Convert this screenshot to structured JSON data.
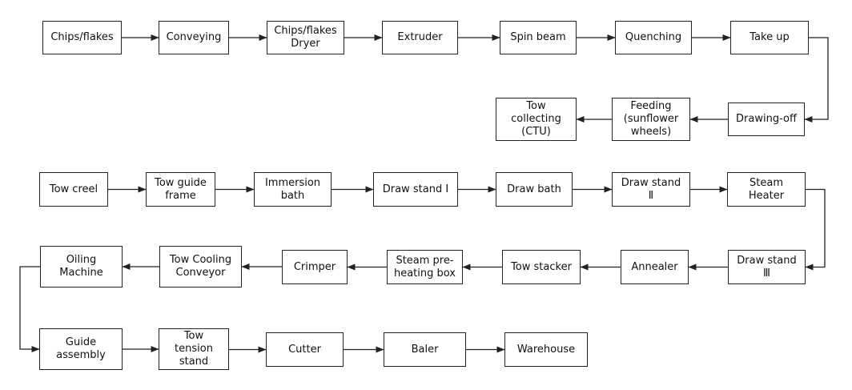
{
  "diagram": {
    "line_color": "#222222",
    "nodes": [
      {
        "id": "chips",
        "label": "Chips/flakes"
      },
      {
        "id": "conveying",
        "label": "Conveying"
      },
      {
        "id": "dryer",
        "label": "Chips/flakes\nDryer"
      },
      {
        "id": "extruder",
        "label": "Extruder"
      },
      {
        "id": "spin-beam",
        "label": "Spin beam"
      },
      {
        "id": "quenching",
        "label": "Quenching"
      },
      {
        "id": "take-up",
        "label": "Take up"
      },
      {
        "id": "drawing-off",
        "label": "Drawing-off"
      },
      {
        "id": "feeding",
        "label": "Feeding\n(sunflower\nwheels)"
      },
      {
        "id": "tow-collecting",
        "label": "Tow\ncollecting\n(CTU)"
      },
      {
        "id": "tow-creel",
        "label": "Tow creel"
      },
      {
        "id": "tow-guide-frame",
        "label": "Tow guide\nframe"
      },
      {
        "id": "immersion-bath",
        "label": "Immersion\nbath"
      },
      {
        "id": "draw-stand-1",
        "label": "Draw stand Ⅰ"
      },
      {
        "id": "draw-bath",
        "label": "Draw bath"
      },
      {
        "id": "draw-stand-2",
        "label": "Draw stand\nⅡ"
      },
      {
        "id": "steam-heater",
        "label": "Steam\nHeater"
      },
      {
        "id": "draw-stand-3",
        "label": "Draw stand\nⅢ"
      },
      {
        "id": "annealer",
        "label": "Annealer"
      },
      {
        "id": "tow-stacker",
        "label": "Tow stacker"
      },
      {
        "id": "steam-preheating-box",
        "label": "Steam pre-\nheating box"
      },
      {
        "id": "crimper",
        "label": "Crimper"
      },
      {
        "id": "tow-cooling-conveyor",
        "label": "Tow Cooling\nConveyor"
      },
      {
        "id": "oiling-machine",
        "label": "Oiling\nMachine"
      },
      {
        "id": "guide-assembly",
        "label": "Guide\nassembly"
      },
      {
        "id": "tow-tension-stand",
        "label": "Tow\ntension\nstand"
      },
      {
        "id": "cutter",
        "label": "Cutter"
      },
      {
        "id": "baler",
        "label": "Baler"
      },
      {
        "id": "warehouse",
        "label": "Warehouse"
      }
    ],
    "edges": [
      {
        "from": "chips",
        "to": "conveying"
      },
      {
        "from": "conveying",
        "to": "dryer"
      },
      {
        "from": "dryer",
        "to": "extruder"
      },
      {
        "from": "extruder",
        "to": "spin-beam"
      },
      {
        "from": "spin-beam",
        "to": "quenching"
      },
      {
        "from": "quenching",
        "to": "take-up"
      },
      {
        "from": "take-up",
        "to": "drawing-off"
      },
      {
        "from": "drawing-off",
        "to": "feeding"
      },
      {
        "from": "feeding",
        "to": "tow-collecting"
      },
      {
        "from": "tow-creel",
        "to": "tow-guide-frame"
      },
      {
        "from": "tow-guide-frame",
        "to": "immersion-bath"
      },
      {
        "from": "immersion-bath",
        "to": "draw-stand-1"
      },
      {
        "from": "draw-stand-1",
        "to": "draw-bath"
      },
      {
        "from": "draw-bath",
        "to": "draw-stand-2"
      },
      {
        "from": "draw-stand-2",
        "to": "steam-heater"
      },
      {
        "from": "steam-heater",
        "to": "draw-stand-3"
      },
      {
        "from": "draw-stand-3",
        "to": "annealer"
      },
      {
        "from": "annealer",
        "to": "tow-stacker"
      },
      {
        "from": "tow-stacker",
        "to": "steam-preheating-box"
      },
      {
        "from": "steam-preheating-box",
        "to": "crimper"
      },
      {
        "from": "crimper",
        "to": "tow-cooling-conveyor"
      },
      {
        "from": "tow-cooling-conveyor",
        "to": "oiling-machine"
      },
      {
        "from": "oiling-machine",
        "to": "guide-assembly"
      },
      {
        "from": "guide-assembly",
        "to": "tow-tension-stand"
      },
      {
        "from": "tow-tension-stand",
        "to": "cutter"
      },
      {
        "from": "cutter",
        "to": "baler"
      },
      {
        "from": "baler",
        "to": "warehouse"
      }
    ]
  }
}
